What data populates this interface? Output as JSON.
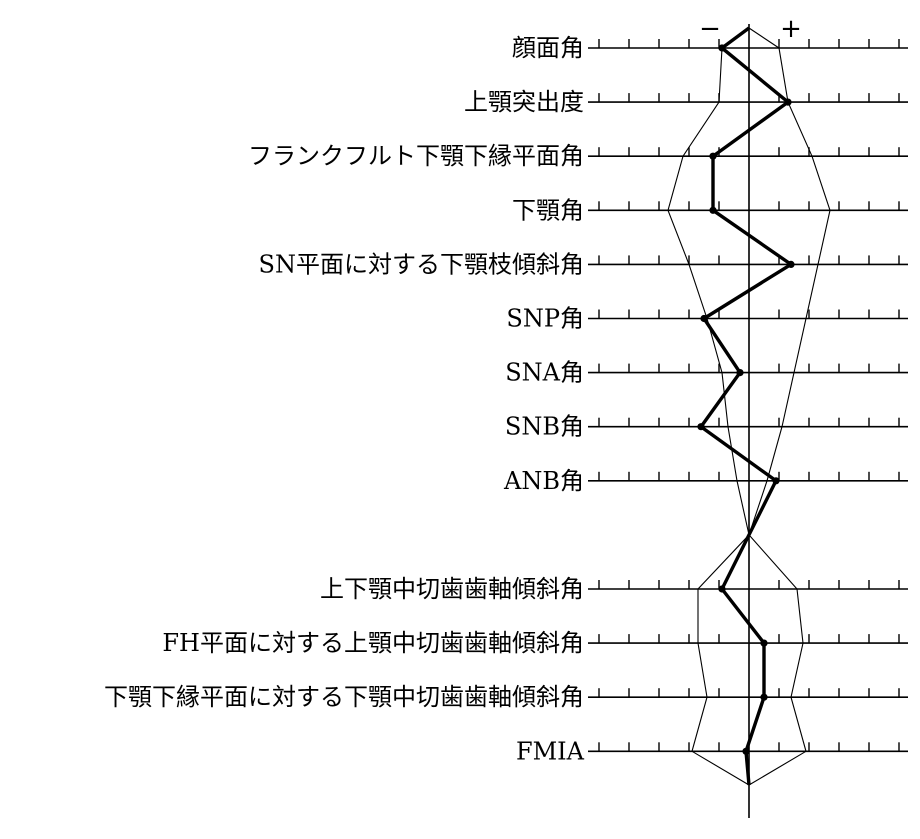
{
  "chart_data": {
    "type": "line",
    "sign_labels": {
      "negative": "−",
      "positive": "+"
    },
    "rows": [
      {
        "label": "顔面角",
        "value": -0.45,
        "sd_minus": -0.45,
        "sd_plus": 0.5
      },
      {
        "label": "上顎突出度",
        "value": 0.65,
        "sd_minus": -0.5,
        "sd_plus": 0.65
      },
      {
        "label": "フランクフルト下顎下縁平面角",
        "value": -0.6,
        "sd_minus": -1.1,
        "sd_plus": 1.05
      },
      {
        "label": "下顎角",
        "value": -0.6,
        "sd_minus": -1.35,
        "sd_plus": 1.35
      },
      {
        "label": "SN平面に対する下顎枝傾斜角",
        "value": 0.7,
        "sd_minus": -1.0,
        "sd_plus": 1.15
      },
      {
        "label": "SNP角",
        "value": -0.75,
        "sd_minus": -0.7,
        "sd_plus": 0.95
      },
      {
        "label": "SNA角",
        "value": -0.15,
        "sd_minus": -0.45,
        "sd_plus": 0.75
      },
      {
        "label": "SNB角",
        "value": -0.8,
        "sd_minus": -0.35,
        "sd_plus": 0.55
      },
      {
        "label": "ANB角",
        "value": 0.45,
        "sd_minus": -0.2,
        "sd_plus": 0.3
      },
      {
        "label": "",
        "value": 0.0,
        "sd_minus": 0.0,
        "sd_plus": 0.0
      },
      {
        "label": "上下顎中切歯歯軸傾斜角",
        "value": -0.45,
        "sd_minus": -0.85,
        "sd_plus": 0.8
      },
      {
        "label": "FH平面に対する上顎中切歯歯軸傾斜角",
        "value": 0.25,
        "sd_minus": -0.85,
        "sd_plus": 0.9
      },
      {
        "label": "下顎下縁平面に対する下顎中切歯歯軸傾斜角",
        "value": 0.25,
        "sd_minus": -0.7,
        "sd_plus": 0.7
      },
      {
        "label": "FMIA",
        "value": -0.05,
        "sd_minus": -0.95,
        "sd_plus": 0.95
      }
    ],
    "end_value": 0.0,
    "start_value": 0.0
  }
}
